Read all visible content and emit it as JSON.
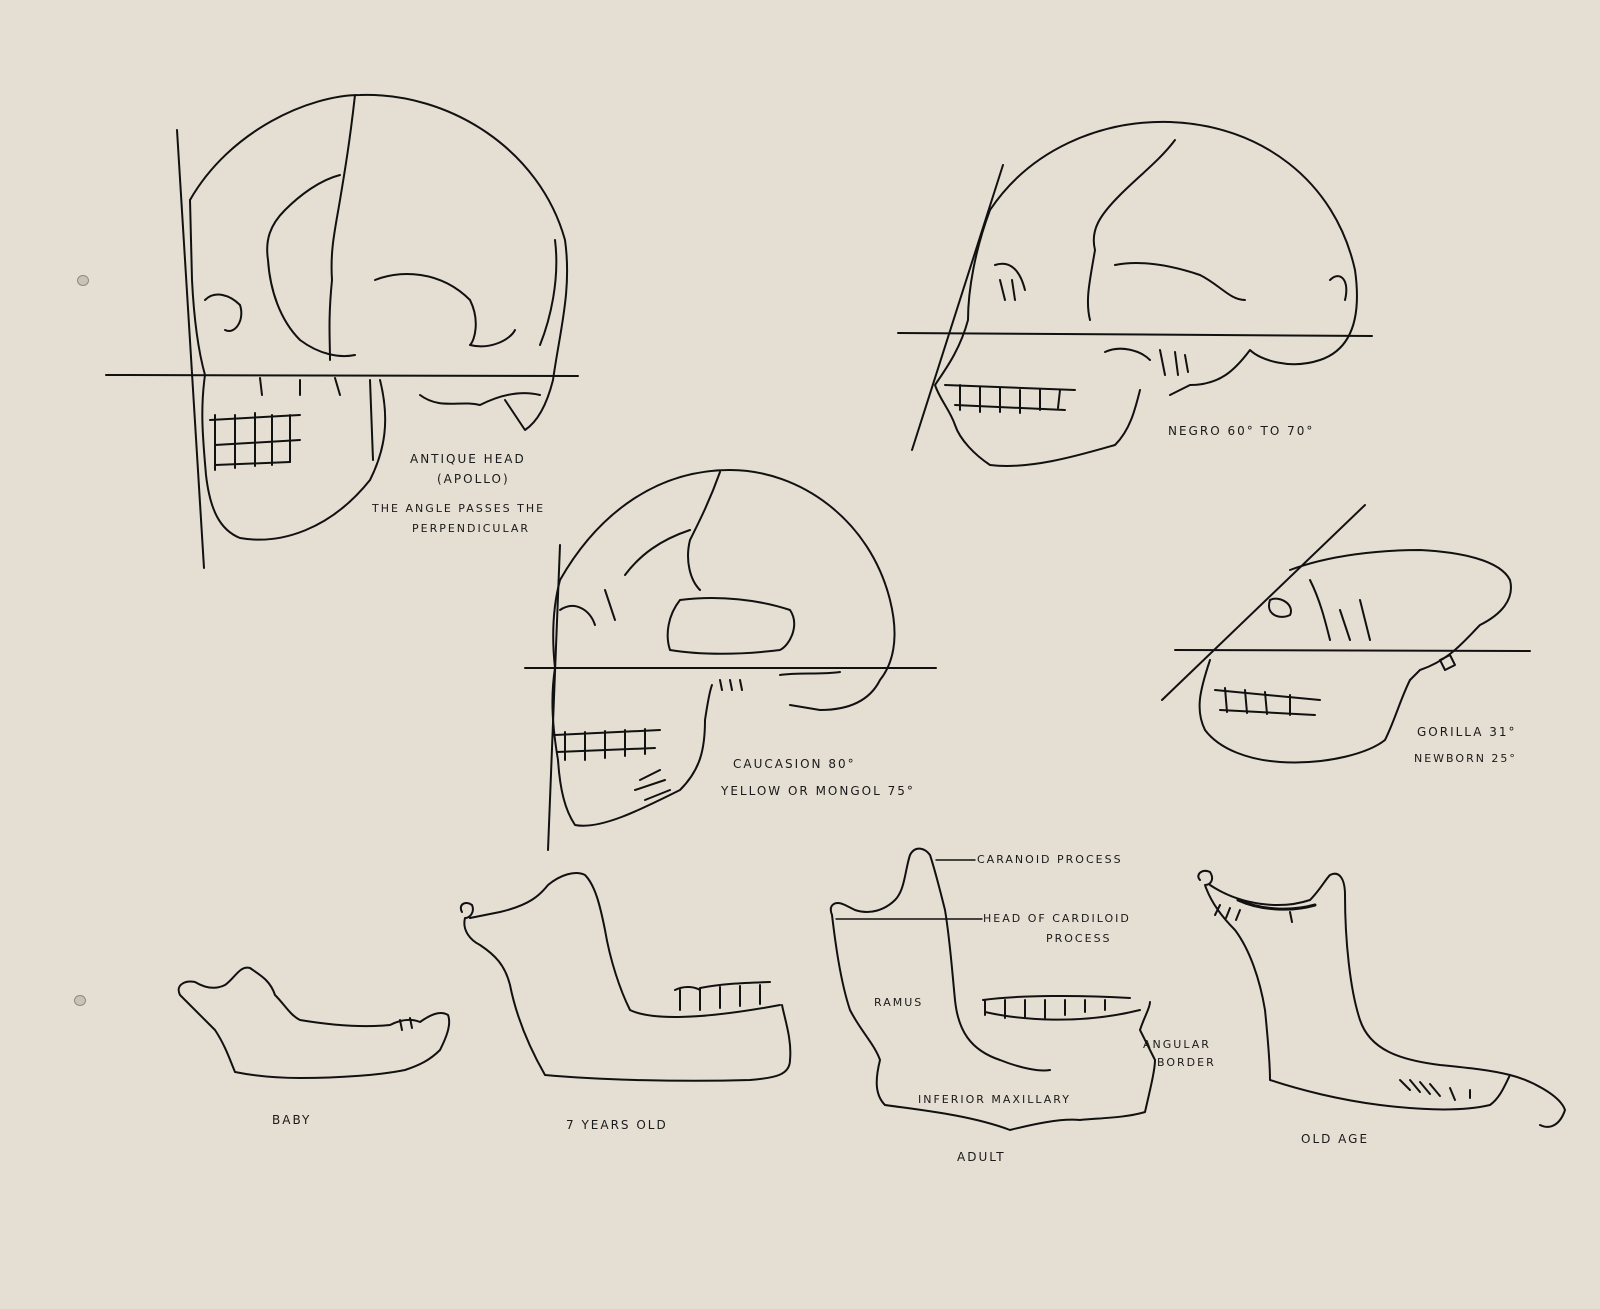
{
  "sheet": {
    "background": "#e4ded3",
    "ink": "#111111"
  },
  "skulls": {
    "antique": {
      "title": "Antique Head",
      "subtitle": "(Apollo)",
      "note_line1": "The angle passes the",
      "note_line2": "perpendicular"
    },
    "negro": {
      "label": "Negro 60° to 70°"
    },
    "caucasian": {
      "label": "Caucasion 80°",
      "label2": "Yellow or Mongol 75°"
    },
    "gorilla": {
      "label": "Gorilla 31°",
      "label2": "Newborn 25°"
    }
  },
  "mandibles": {
    "baby": {
      "label": "Baby"
    },
    "seven_years": {
      "label": "7 Years Old"
    },
    "adult": {
      "label": "Adult",
      "annotations": {
        "coronoid": "Caranoid Process",
        "head_line1": "Head of Cardiloid",
        "head_line2": "Process",
        "ramus": "Ramus",
        "angular_line1": "Angular",
        "angular_line2": "Border",
        "inferior": "Inferior Maxillary"
      }
    },
    "old_age": {
      "label": "Old Age"
    }
  }
}
